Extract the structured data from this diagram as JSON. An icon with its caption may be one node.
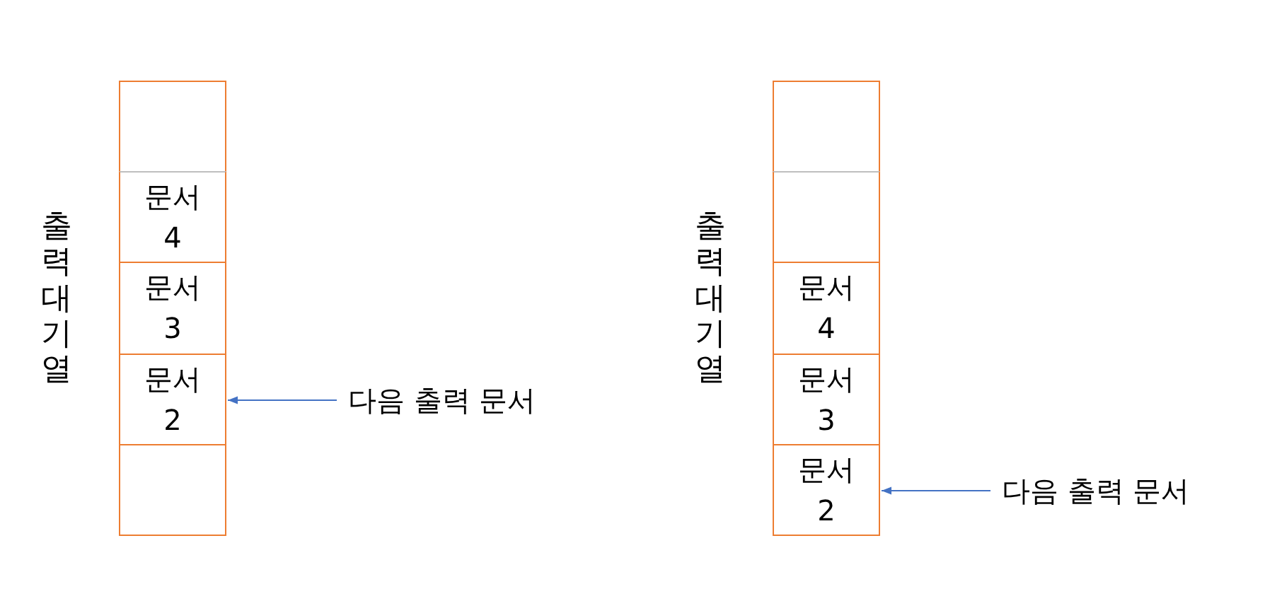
{
  "diagram": {
    "nodes": [
      {
        "text": [],
        "shape": "box"
      },
      {
        "text": [
          "문서 4"
        ]
      },
      {
        "text": [
          "문서 3"
        ]
      },
      {
        "text": [
          "문서 2"
        ]
      },
      {
        "text": [],
        "shape": "box"
      },
      {
        "text": [
          "다음 출력 문서"
        ]
      },
      {
        "text": [],
        "shape": "box"
      },
      {
        "text": [],
        "shape": "box"
      },
      {
        "text": [
          "문서 4"
        ]
      },
      {
        "text": [
          "문서 3"
        ]
      },
      {
        "text": [
          "문서 2"
        ]
      },
      {
        "text": [
          "다음 출력 문서"
        ]
      }
    ],
    "edges": [
      {
        "from": 5,
        "to": 3,
        "arrow": "to",
        "color": "#4472c4"
      },
      {
        "from": 11,
        "to": 10,
        "arrow": "to",
        "color": "#4472c4"
      }
    ],
    "labels": [
      "출력대기열",
      "출력대기열"
    ]
  }
}
